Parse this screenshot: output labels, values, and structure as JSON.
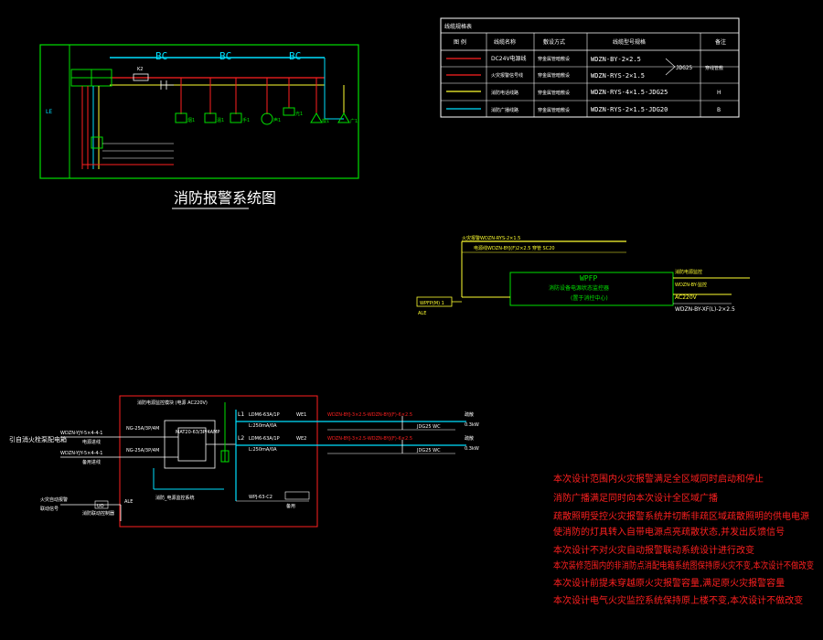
{
  "fire_alarm_diagram": {
    "title": "消防报警系统图",
    "bus_labels": [
      "BC",
      "BC",
      "BC"
    ],
    "left_label": "LE",
    "small_label": "K2",
    "device_labels": [
      "烟1",
      "温1",
      "手1",
      "声1",
      "光1",
      "模1",
      "广1"
    ]
  },
  "legend_table": {
    "title": "线缆规格表",
    "headers": [
      "图 例",
      "线缆名称",
      "敷设方式",
      "线缆型号规格",
      "备注"
    ],
    "rows": [
      {
        "name": "DC24V电源线",
        "method": "穿金属管暗敷设",
        "spec": "WDZN-BY-2×2.5",
        "note": ""
      },
      {
        "name": "火灾报警信号线",
        "method": "穿金属管暗敷设",
        "spec": "WDZN-RYS-2×1.5",
        "note": "穿线管敷"
      },
      {
        "name": "消防电话线路",
        "method": "穿金属管暗敷设",
        "spec": "WDZN-RYS-4×1.5-JDG25",
        "note": "H"
      },
      {
        "name": "消防广播线路",
        "method": "穿金属管暗敷设",
        "spec": "WDZN-RYS-2×1.5-JDG20",
        "note": "B"
      }
    ],
    "merged_spec": "JDG25"
  },
  "power_monitor": {
    "top_label1": "火灾报警WDZN-RYS-2×1.5",
    "top_label2": "电源线WDZN-BYJ(F)2×2.5 穿管 SC20",
    "box_title": "WPFP",
    "box_line2": "消防设备电源状态监控器",
    "box_line3": "(置于消控中心)",
    "right_label1": "消防电源监控",
    "right_label2": "WDZN-BY-监控",
    "right_label3": "AC220V",
    "right_label4": "WDZN-BY-XF(L)-2×2.5",
    "left_box": "WPFP(M) 1",
    "left_small": "ALE"
  },
  "distribution_box": {
    "left_title": "引自消火栓泵配电箱",
    "cable1": "WDZN-YJY-5×4-4-1",
    "cable1_note": "电源进线",
    "cable2": "WDZN-YJY-5×4-4-1",
    "cable2_note": "备用进线",
    "header_note": "消防电源监控模块 (电源 AC220V)",
    "breaker1": "NG-25A/3P/4M",
    "breaker2": "NG-25A/3P/4M",
    "ats": "MAT20-63/3P/4AMP",
    "bottom_note": "消防_电源监控系统",
    "ale": "ALE",
    "left_bottom1": "火灾自动报警",
    "left_bottom2": "联动信号",
    "left_bottom_box": "UO",
    "left_bottom3": "消防联动控制器",
    "circuit1": {
      "phase": "L1",
      "breaker": "LDM6-63A/1P",
      "rcd": "L:250mA/0A",
      "id": "WE1",
      "cable": "WDZN-BYJ-3×2.5-WDZN-BYJ(F)-6×2.5",
      "pipe": "JDG25 WC",
      "dest1": "疏散",
      "dest2": "0.3kW"
    },
    "circuit2": {
      "phase": "L2",
      "breaker": "LDM6-63A/1P",
      "rcd": "L:250mA/0A",
      "id": "WE2",
      "cable": "WDZN-BYJ-3×2.5-WDZN-BYJ(F)-6×2.5",
      "pipe": "JDG25 WC",
      "dest1": "疏散",
      "dest2": "0.3kW"
    },
    "spare_label": "WPJ-63-C2",
    "spare_label2": "备用"
  },
  "notes": [
    "本次设计范围内火灾报警满足全区域同时启动和停止",
    "消防广播满足同时向本次设计全区域广播",
    "疏散照明受控火灾报警系统并切断非疏区域疏散照明的供电电源",
    "使消防的灯具转入自带电源点亮疏散状态,并发出反馈信号",
    "本次设计不对火灾自动报警联动系统设计进行改变",
    "本次装修范围内的非消防点消配电箱系统图保持原火灾不变,本次设计不做改变",
    "本次设计前提未穿越原火灾报警容量,满足原火灾报警容量",
    "本次设计电气火灾监控系统保持原上楼不变,本次设计不做改变"
  ],
  "colors": {
    "red": "#ff2020",
    "green": "#00e000",
    "yellow": "#ffff30",
    "cyan": "#00e0ff",
    "white": "#ffffff"
  }
}
